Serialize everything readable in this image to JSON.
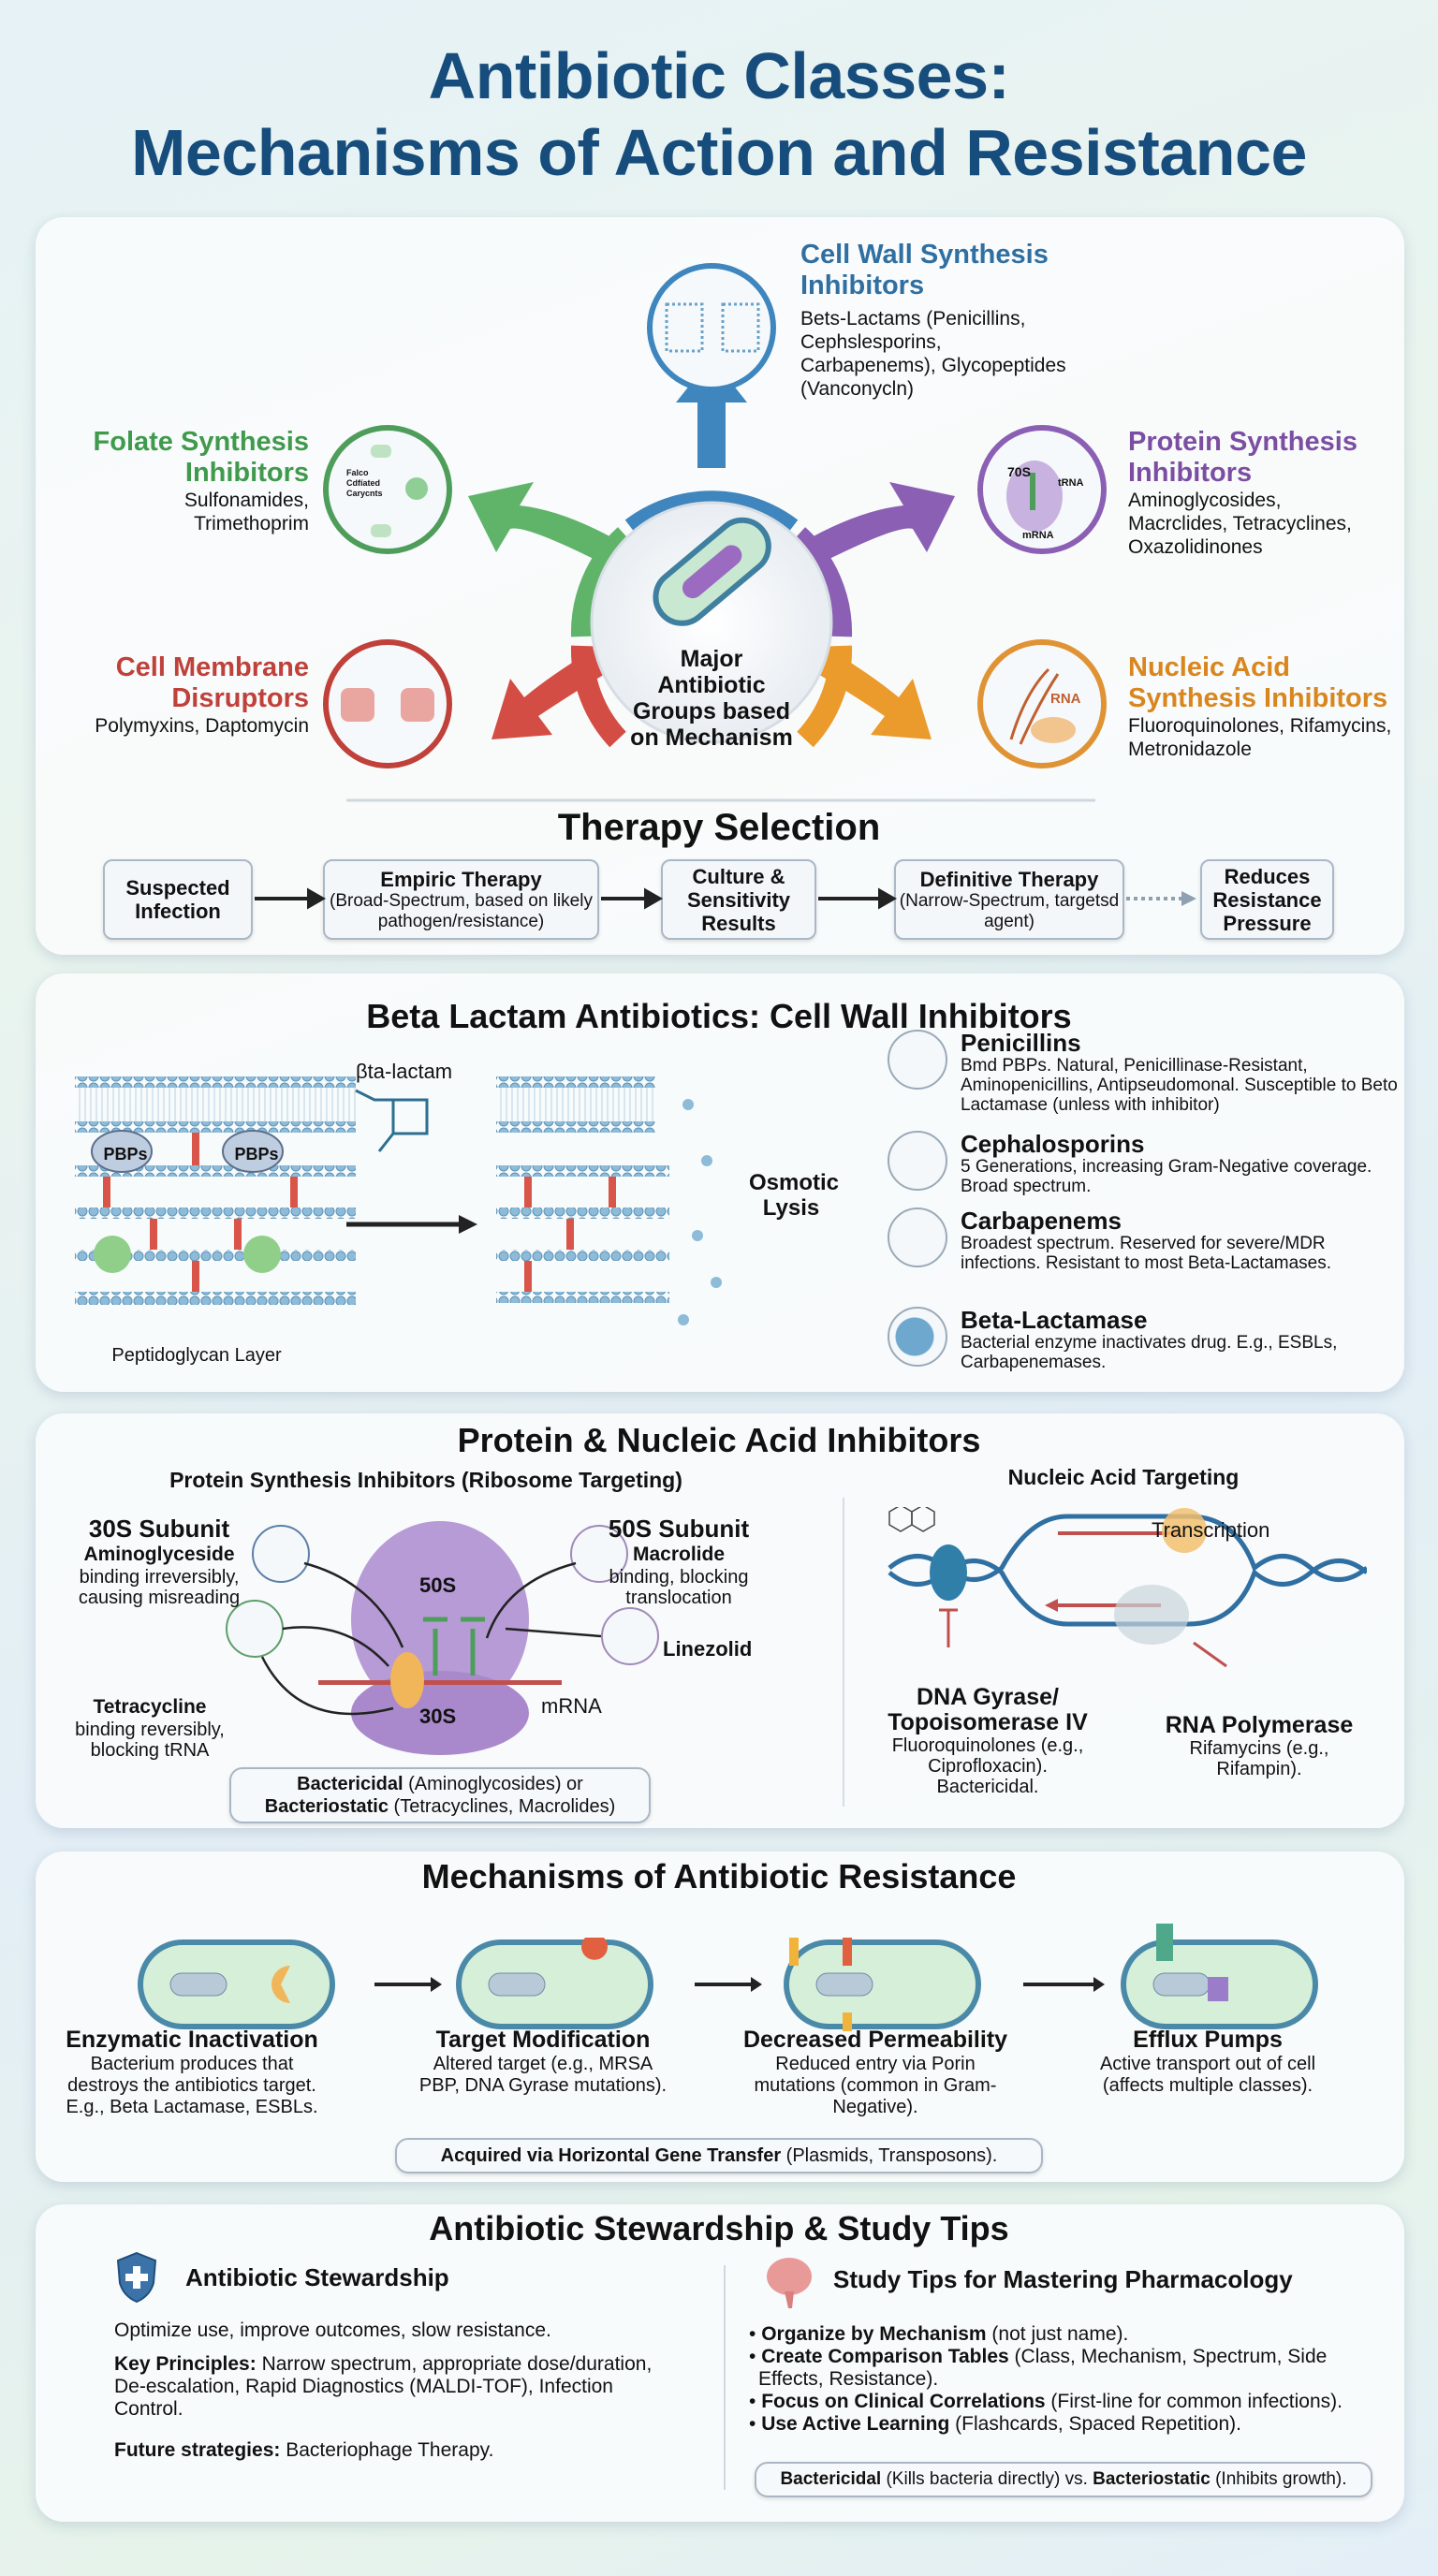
{
  "title": {
    "line1": "Antibiotic Classes:",
    "line2": "Mechanisms of Action and Resistance"
  },
  "colors": {
    "title": "#174d7c",
    "cell_wall": "#2f6fa1",
    "folate": "#3f9a4c",
    "protein": "#7b4ea3",
    "membrane": "#c0403a",
    "nucleic": "#d9861e"
  },
  "hub": {
    "label": "Major Antibiotic Groups based on Mechanism",
    "icon": "bacterium-icon"
  },
  "classes": [
    {
      "name": "Cell Wall Synthesis Inhibitors",
      "drugs": "Bets-Lactams (Penicillins, Cephslesporins, Carbapenems), Glycopeptides (Vanconycln)",
      "icon": "cell-wall-icon"
    },
    {
      "name": "Folate Synthesis Inhibitors",
      "drugs": "Sulfonamides, Trimethoprim",
      "icon": "folate-pathway-icon",
      "icon_text": "Falco Cdfíated Carycnts"
    },
    {
      "name": "Protein Synthesis Inhibitors",
      "drugs": "Aminoglycosides, Macrclides, Tetracyclines, Oxazolidinones",
      "icon": "ribosome-icon",
      "icon_top": "70S",
      "icon_side": "tRNA",
      "icon_bottom": "mRNA"
    },
    {
      "name": "Cell Membrane Disruptors",
      "drugs": "Polymyxins, Daptomycin",
      "icon": "membrane-pore-icon"
    },
    {
      "name": "Nucleic Acid Synthesis Inhibitors",
      "drugs": "Fluoroquinolones, Rifamycins, Metronidazole",
      "icon": "dna-icon",
      "icon_text": "RNA"
    }
  ],
  "therapy": {
    "title": "Therapy Selection",
    "steps": [
      {
        "title": "Suspected Infection",
        "sub": ""
      },
      {
        "title": "Empiric Therapy",
        "sub": "(Broad-Spectrum, based on likely pathogen/resistance)"
      },
      {
        "title": "Culture & Sensitivity Results",
        "sub": ""
      },
      {
        "title": "Definitive Therapy",
        "sub": "(Narrow-Spectrum, targetsd agent)"
      },
      {
        "title": "Reduces Resistance Pressure",
        "sub": ""
      }
    ]
  },
  "beta": {
    "title": "Beta Lactam Antibiotics: Cell Wall Inhibitors",
    "pbp": "PBPs",
    "drug_label": "βta-lactam",
    "layer_label": "Peptidoglycan Layer",
    "lysis_label": "Osmotic Lysis",
    "items": [
      {
        "name": "Penicillins",
        "desc": "Bmd PBPs. Natural, Penicillinase-Resistant, Aminopenicillins, Antipseudomonal. Susceptible to Beto Lactamase (unless with inhibitor)",
        "icon": "penicillin-structure-icon"
      },
      {
        "name": "Cephalosporins",
        "desc": "5 Generations, increasing Gram-Negative coverage. Broad spectrum.",
        "icon": "cephalosporin-structure-icon"
      },
      {
        "name": "Carbapenems",
        "desc": "Broadest spectrum. Reserved for severe/MDR infections. Resistant to most Beta-Lactamases.",
        "icon": "carbapenem-structure-icon"
      },
      {
        "name": "Beta-Lactamase",
        "desc": "Bacterial enzyme inactivates drug. E.g., ESBLs, Carbapenemases.",
        "icon": "enzyme-icon"
      }
    ]
  },
  "protein": {
    "title": "Protein & Nucleic Acid Inhibitors",
    "ribosome": {
      "subtitle": "Protein Synthesis Inhibitors (Ribosome Targeting)",
      "s30_title": "30S Subunit",
      "s30_drug": "Aminoglyceside",
      "s30_desc": "binding irreversibly, causing misreading",
      "s50_title": "50S Subunit",
      "s50_drug": "Macrolide",
      "s50_desc": "binding, blocking translocation",
      "linezolid": "Linezolid",
      "tetra_drug": "Tetracycline",
      "tetra_desc": "binding reversibly, blocking tRNA",
      "big": "50S",
      "small": "30S",
      "mrna": "mRNA",
      "note_b1": "Bactericidal",
      "note_t1": " (Aminoglycosides) or",
      "note_b2": "Bacteriostatic",
      "note_t2": " (Tetracyclines, Macrolides)"
    },
    "nucleic": {
      "subtitle": "Nucleic Acid Targeting",
      "transcription": "Transcription",
      "gyrase_title": "DNA Gyrase/ Topoisomerase IV",
      "gyrase_desc": "Fluoroquinolones (e.g., Ciprofloxacin). Bactericidal.",
      "rnap_title": "RNA Polymerase",
      "rnap_desc": "Rifamycins (e.g., Rifampin)."
    }
  },
  "resistance": {
    "title": "Mechanisms of Antibiotic Resistance",
    "items": [
      {
        "name": "Enzymatic Inactivation",
        "desc": "Bacterium produces that destroys the antibiotics target. E.g., Beta Lactamase, ESBLs."
      },
      {
        "name": "Target Modification",
        "desc": "Altered target (e.g., MRSA PBP, DNA Gyrase mutations)."
      },
      {
        "name": "Decreased Permeability",
        "desc": "Reduced entry via Porin mutations (common in Gram-Negative)."
      },
      {
        "name": "Efflux Pumps",
        "desc": "Active transport out of cell (affects multiple classes)."
      }
    ],
    "note_bold": "Acquired via Horizontal Gene Transfer",
    "note_rest": " (Plasmids, Transposons)."
  },
  "stewardship": {
    "title": "Antibiotic Stewardship & Study Tips",
    "left": {
      "heading": "Antibiotic Stewardship",
      "icon": "shield-cross-icon",
      "intro": "Optimize use, improve outcomes, slow resistance.",
      "kp_label": "Key Principles:",
      "kp_text": " Narrow spectrum, appropriate dose/duration, De-escalation, Rapid Diagnostics (MALDI-TOF), Infection Control.",
      "fs_label": "Future strategies:",
      "fs_text": " Bacteriophage Therapy."
    },
    "right": {
      "heading": "Study Tips for Mastering Pharmacology",
      "icon": "brain-icon",
      "tips": [
        {
          "bold": "Organize by Mechanism",
          "rest": " (not just name)."
        },
        {
          "bold": "Create Comparison Tables",
          "rest": " (Class, Mechanism, Spectrum, Side Effects, Resistance)."
        },
        {
          "bold": "Focus on Clinical Correlations",
          "rest": " (First-line for common infections)."
        },
        {
          "bold": "Use Active Learning",
          "rest": " (Flashcards, Spaced Repetition)."
        }
      ],
      "note_b1": "Bactericidal",
      "note_t1": " (Kills bacteria directly) vs. ",
      "note_b2": "Bacteriostatic",
      "note_t2": " (Inhibits growth)."
    }
  }
}
